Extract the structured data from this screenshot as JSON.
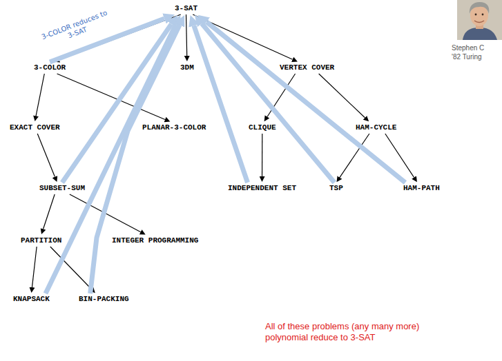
{
  "diagram": {
    "nodes": [
      {
        "text": [
          "3-SAT"
        ]
      },
      {
        "text": [
          "3-COLOR"
        ]
      },
      {
        "text": [
          "3DM"
        ]
      },
      {
        "text": [
          "VERTEX COVER"
        ]
      },
      {
        "text": [
          "EXACT COVER"
        ]
      },
      {
        "text": [
          "PLANAR-3-COLOR"
        ]
      },
      {
        "text": [
          "CLIQUE"
        ]
      },
      {
        "text": [
          "HAM-CYCLE"
        ]
      },
      {
        "text": [
          "SUBSET-SUM"
        ]
      },
      {
        "text": [
          "INDEPENDENT SET"
        ]
      },
      {
        "text": [
          "TSP"
        ]
      },
      {
        "text": [
          "HAM-PATH"
        ]
      },
      {
        "text": [
          "PARTITION"
        ]
      },
      {
        "text": [
          "INTEGER PROGRAMMING"
        ]
      },
      {
        "text": [
          "KNAPSACK"
        ]
      },
      {
        "text": [
          "BIN-PACKING"
        ]
      }
    ],
    "edges": [
      {
        "from": 0,
        "to": 1,
        "arrow": "to"
      },
      {
        "from": 0,
        "to": 2,
        "arrow": "to"
      },
      {
        "from": 0,
        "to": 3,
        "arrow": "to"
      },
      {
        "from": 1,
        "to": 4,
        "arrow": "to"
      },
      {
        "from": 1,
        "to": 5,
        "arrow": "to"
      },
      {
        "from": 4,
        "to": 8,
        "arrow": "to"
      },
      {
        "from": 8,
        "to": 12,
        "arrow": "to"
      },
      {
        "from": 8,
        "to": 13,
        "arrow": "to"
      },
      {
        "from": 12,
        "to": 14,
        "arrow": "to"
      },
      {
        "from": 12,
        "to": 15,
        "arrow": "to"
      },
      {
        "from": 3,
        "to": 6,
        "arrow": "to"
      },
      {
        "from": 3,
        "to": 7,
        "arrow": "to"
      },
      {
        "from": 6,
        "to": 9,
        "arrow": "to"
      },
      {
        "from": 7,
        "to": 10,
        "arrow": "to"
      },
      {
        "from": 7,
        "to": 11,
        "arrow": "to"
      },
      {
        "from": 1,
        "to": 0,
        "label": "3-COLOR reduces to 3-SAT",
        "arrow": "to"
      },
      {
        "from": 8,
        "to": 0,
        "arrow": "to"
      },
      {
        "from": 14,
        "to": 0,
        "arrow": "to"
      },
      {
        "from": 15,
        "to": 0,
        "arrow": "to"
      },
      {
        "from": 9,
        "to": 0,
        "arrow": "to"
      },
      {
        "from": 10,
        "to": 0,
        "arrow": "to"
      },
      {
        "from": 11,
        "to": 0,
        "arrow": "to"
      }
    ],
    "labels": [
      "Stephen C",
      "'82 Turing",
      "All of these problems (any many more) polynomial reduce to 3-SAT"
    ]
  }
}
